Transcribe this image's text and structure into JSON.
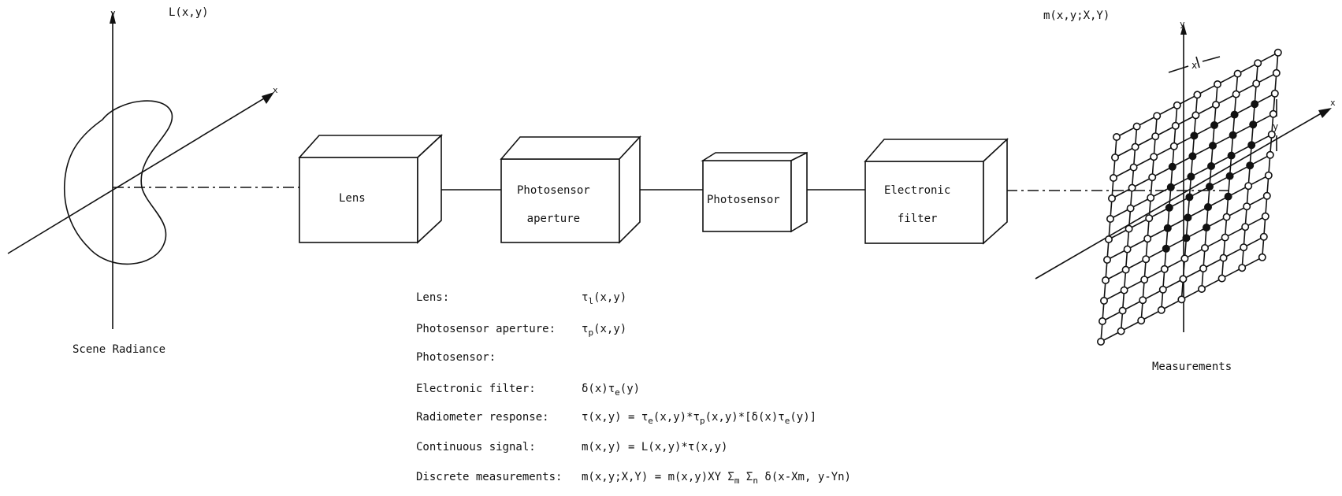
{
  "scene": {
    "label": "Scene Radiance",
    "function": "L(x,y)",
    "axis_y": "y",
    "axis_x": "x"
  },
  "components": [
    {
      "id": "lens",
      "label_lines": [
        "Lens"
      ]
    },
    {
      "id": "aperture",
      "label_lines": [
        "Photosensor",
        "aperture"
      ]
    },
    {
      "id": "photosensor",
      "label_lines": [
        "Photosensor"
      ]
    },
    {
      "id": "filter",
      "label_lines": [
        "Electronic",
        "filter"
      ]
    }
  ],
  "measurements": {
    "label": "Measurements",
    "function": "m(x,y;X,Y)",
    "axis_y": "y",
    "axis_x": "x",
    "spacing_x": "x",
    "spacing_y": "y"
  },
  "equations": [
    {
      "name": "Lens:",
      "expr_html": "τ<sub>l</sub>(x,y)"
    },
    {
      "name": "Photosensor aperture:",
      "expr_html": "τ<sub>p</sub>(x,y)"
    },
    {
      "name": "Photosensor:",
      "expr_html": ""
    },
    {
      "name": "Electronic filter:",
      "expr_html": "δ(x)τ<sub>e</sub>(y)"
    },
    {
      "name": "Radiometer response:",
      "expr_html": "τ(x,y) = τ<sub>e</sub>(x,y)*τ<sub>p</sub>(x,y)*[δ(x)τ<sub>e</sub>(y)]"
    },
    {
      "name": "Continuous signal:",
      "expr_html": "m(x,y) = L(x,y)*τ(x,y)"
    },
    {
      "name": "Discrete measurements:",
      "expr_html": "m(x,y;X,Y) = m(x,y)XY Σ<sub>m</sub> Σ<sub>n</sub> δ(x-Xm, y-Yn)"
    }
  ]
}
